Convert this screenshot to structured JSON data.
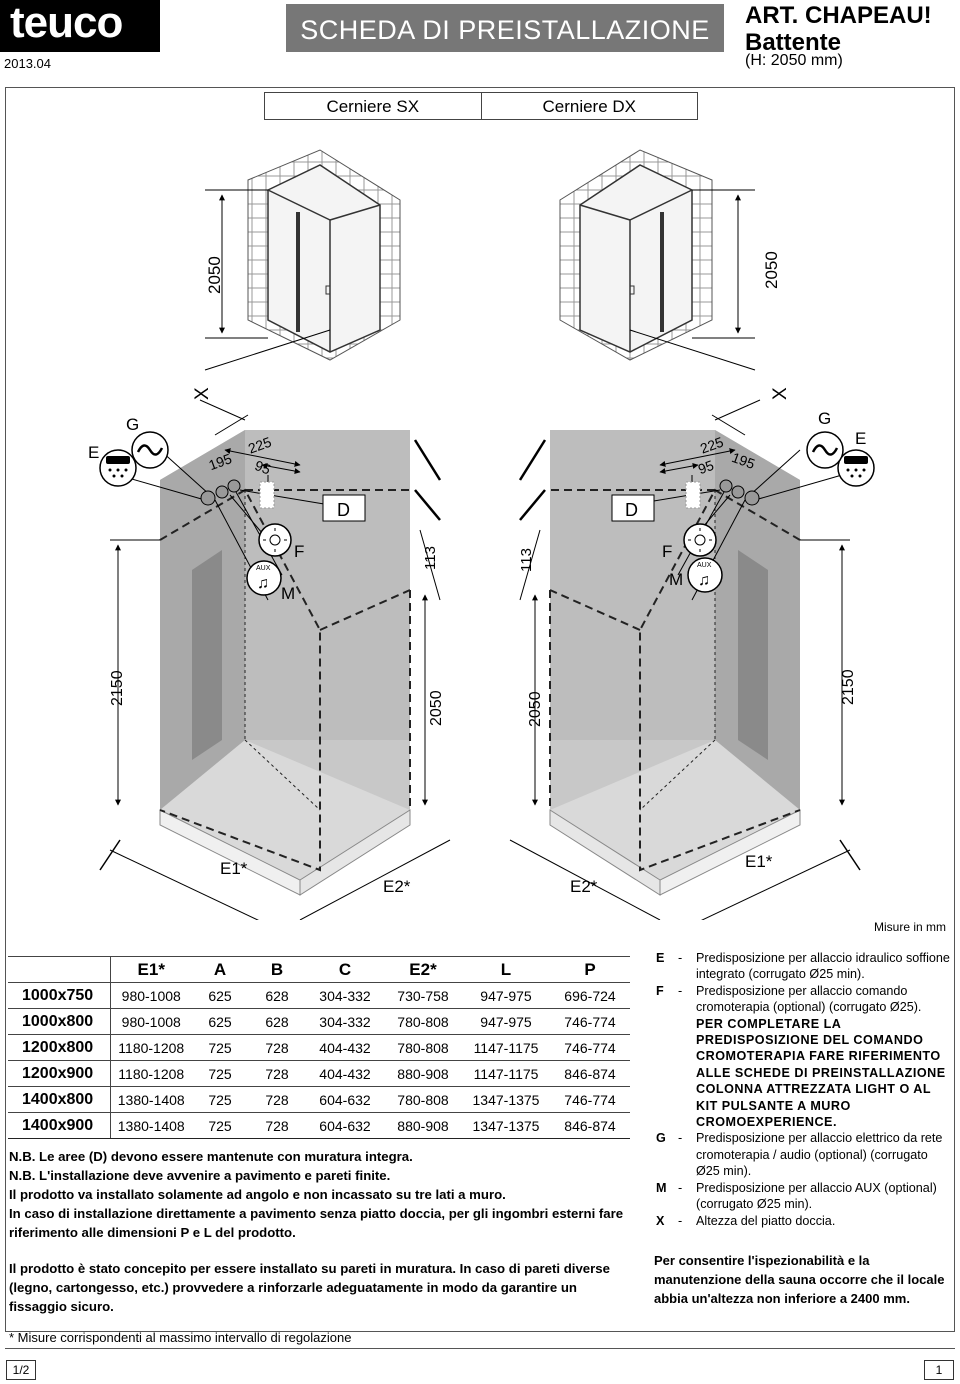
{
  "header": {
    "brand": "teuco",
    "date": "2013.04",
    "title": "SCHEDA DI PREISTALLAZIONE",
    "art_line1": "ART. CHAPEAU!",
    "art_line2": "Battente",
    "art_height": "(H: 2050 mm)"
  },
  "hinges": {
    "left": "Cerniere SX",
    "right": "Cerniere DX"
  },
  "drawing_labels": {
    "x": "X",
    "e": "E",
    "g": "G",
    "d": "D",
    "f": "F",
    "m": "M",
    "aux": "AUX",
    "e1": "E1*",
    "e2": "E2*",
    "h2050": "2050",
    "h2150": "2150",
    "d113": "113",
    "d195": "195",
    "d225": "225",
    "d95": "95"
  },
  "units_note": "Misure in mm",
  "table": {
    "headers": [
      "",
      "E1*",
      "A",
      "B",
      "C",
      "E2*",
      "L",
      "P"
    ],
    "rows": [
      [
        "1000x750",
        "980-1008",
        "625",
        "628",
        "304-332",
        "730-758",
        "947-975",
        "696-724"
      ],
      [
        "1000x800",
        "980-1008",
        "625",
        "628",
        "304-332",
        "780-808",
        "947-975",
        "746-774"
      ],
      [
        "1200x800",
        "1180-1208",
        "725",
        "728",
        "404-432",
        "780-808",
        "1147-1175",
        "746-774"
      ],
      [
        "1200x900",
        "1180-1208",
        "725",
        "728",
        "404-432",
        "880-908",
        "1147-1175",
        "846-874"
      ],
      [
        "1400x800",
        "1380-1408",
        "725",
        "728",
        "604-632",
        "780-808",
        "1347-1375",
        "746-774"
      ],
      [
        "1400x900",
        "1380-1408",
        "725",
        "728",
        "604-632",
        "880-908",
        "1347-1375",
        "846-874"
      ]
    ]
  },
  "notes": [
    "N.B. Le aree (D) devono essere mantenute con muratura integra.",
    "N.B. L'installazione deve avvenire a pavimento e pareti finite.",
    "Il prodotto va installato solamente ad angolo e non incassato su tre lati a muro.",
    "In caso di installazione direttamente a pavimento senza piatto doccia, per gli ingombri esterni fare riferimento alle dimensioni P e L del prodotto."
  ],
  "concept_note": "Il prodotto è stato concepito per essere installato su pareti in muratura. In caso di pareti diverse (legno, cartongesso, etc.) provvedere a rinforzarle adeguatamente in modo da garantire un fissaggio sicuro.",
  "footnote": "* Misure corrispondenti al massimo intervallo di regolazione",
  "legend": [
    {
      "key": "E",
      "text": "Predisposizione per allaccio idraulico soffione integrato (corrugato Ø25 min).",
      "bold": ""
    },
    {
      "key": "F",
      "text": "Predisposizione per allaccio comando cromoterapia (optional) (corrugato Ø25).",
      "bold": "PER COMPLETARE LA PREDISPOSIZIONE DEL COMANDO CROMOTERAPIA FARE RIFERIMENTO ALLE SCHEDE DI PREINSTALLAZIONE COLONNA ATTREZZATA LIGHT O AL KIT PULSANTE A MURO CROMOEXPERIENCE."
    },
    {
      "key": "G",
      "text": "Predisposizione per allaccio elettrico da rete cromoterapia / audio (optional) (corrugato Ø25 min).",
      "bold": ""
    },
    {
      "key": "M",
      "text": "Predisposizione per allaccio AUX (optional) (corrugato Ø25 min).",
      "bold": ""
    },
    {
      "key": "X",
      "text": "Altezza del piatto doccia.",
      "bold": ""
    }
  ],
  "sauna_note": "Per consentire l'ispezionabilità e la manutenzione della sauna occorre che il locale abbia un'altezza non inferiore a 2400 mm.",
  "pages": {
    "left": "1/2",
    "right": "1"
  }
}
